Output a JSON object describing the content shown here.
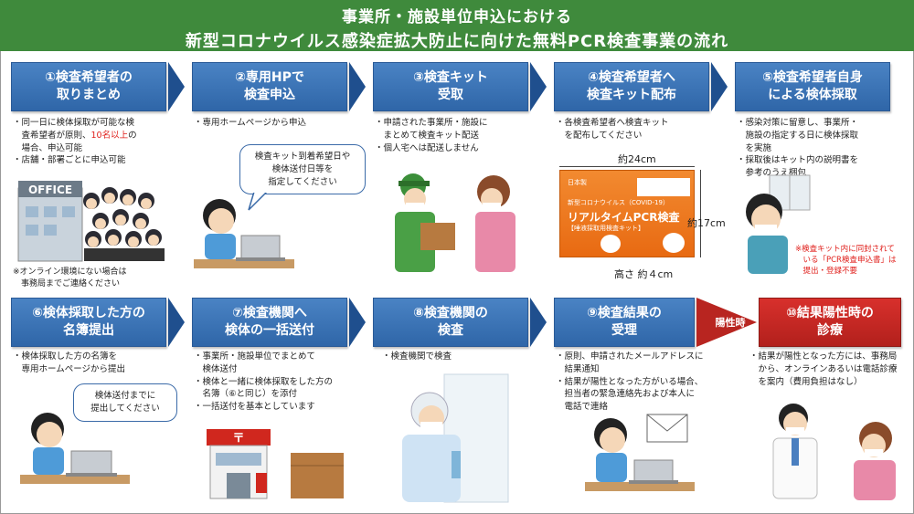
{
  "header": {
    "line1": "事業所・施設単位申込における",
    "line2": "新型コロナウイルス感染症拡大防止に向けた無料PCR検査事業の流れ"
  },
  "steps": [
    {
      "label": "①検査希望者の\n取りまとめ"
    },
    {
      "label": "②専用HPで\n検査申込"
    },
    {
      "label": "③検査キット\n受取"
    },
    {
      "label": "④検査希望者へ\n検査キット配布"
    },
    {
      "label": "⑤検査希望者自身\nによる検体採取"
    },
    {
      "label": "⑥検体採取した方の\n名簿提出"
    },
    {
      "label": "⑦検査機関へ\n検体の一括送付"
    },
    {
      "label": "⑧検査機関の\n検査"
    },
    {
      "label": "⑨検査結果の\n受理"
    },
    {
      "label": "⑩結果陽性時の\n診療"
    }
  ],
  "desc": {
    "s1_a": "・同一日に検体採取が可能な検\n　査希望者が原則、",
    "s1_hl": "10名以上",
    "s1_b": "の\n　場合、申込可能\n・店舗・部署ごとに申込可能",
    "s1_note": "※オンライン環境にない場合は\n　事務局までご連絡ください",
    "s2": "・専用ホームページから申込",
    "s2_bubble": "検査キット到着希望日や\n検体送付日等を\n指定してください",
    "s3": "・申請された事業所・施設に\n　まとめて検査キット配送\n・個人宅へは配送しません",
    "s4": "・各検査希望者へ検査キット\n　を配布してください",
    "s5": "・感染対策に留意し、事業所・\n　施設の指定する日に検体採取\n　を実施\n・採取後はキット内の説明書を\n　参考のうえ梱包",
    "s5_note": "※検査キット内に同封されて\n　いる「PCR検査申込書」は\n　提出・登録不要",
    "s6": "・検体採取した方の名簿を\n　専用ホームページから提出",
    "s6_bubble": "検体送付までに\n提出してください",
    "s7": "・事業所・施設単位でまとめて\n　検体送付\n・検体と一緒に検体採取をした方の\n　名簿（⑥と同じ）を添付\n・一括送付を基本としています",
    "s8": "・検査機関で検査",
    "s9": "・原則、申請されたメールアドレスに\n　結果通知\n・結果が陽性となった方がいる場合、\n　担当者の緊急連絡先および本人に\n　電話で連絡",
    "s10": "・結果が陽性となった方には、事務局\n　から、オンラインあるいは電話診療\n　を案内（費用負担はなし）"
  },
  "kit": {
    "width": "約24cm",
    "height": "約17cm",
    "depth": "高さ 約４cm",
    "brand": "日本製",
    "sub": "新型コロナウイルス（COVID-19）",
    "title": "リアルタイムPCR検査",
    "type": "【唾液採取用検査キット】"
  },
  "office_sign": "OFFICE",
  "positive_label": "陽性時",
  "colors": {
    "header": "#3f8a3c",
    "step": "#3a74b8",
    "step_red": "#c8281f",
    "accent_red": "#e0201c"
  }
}
